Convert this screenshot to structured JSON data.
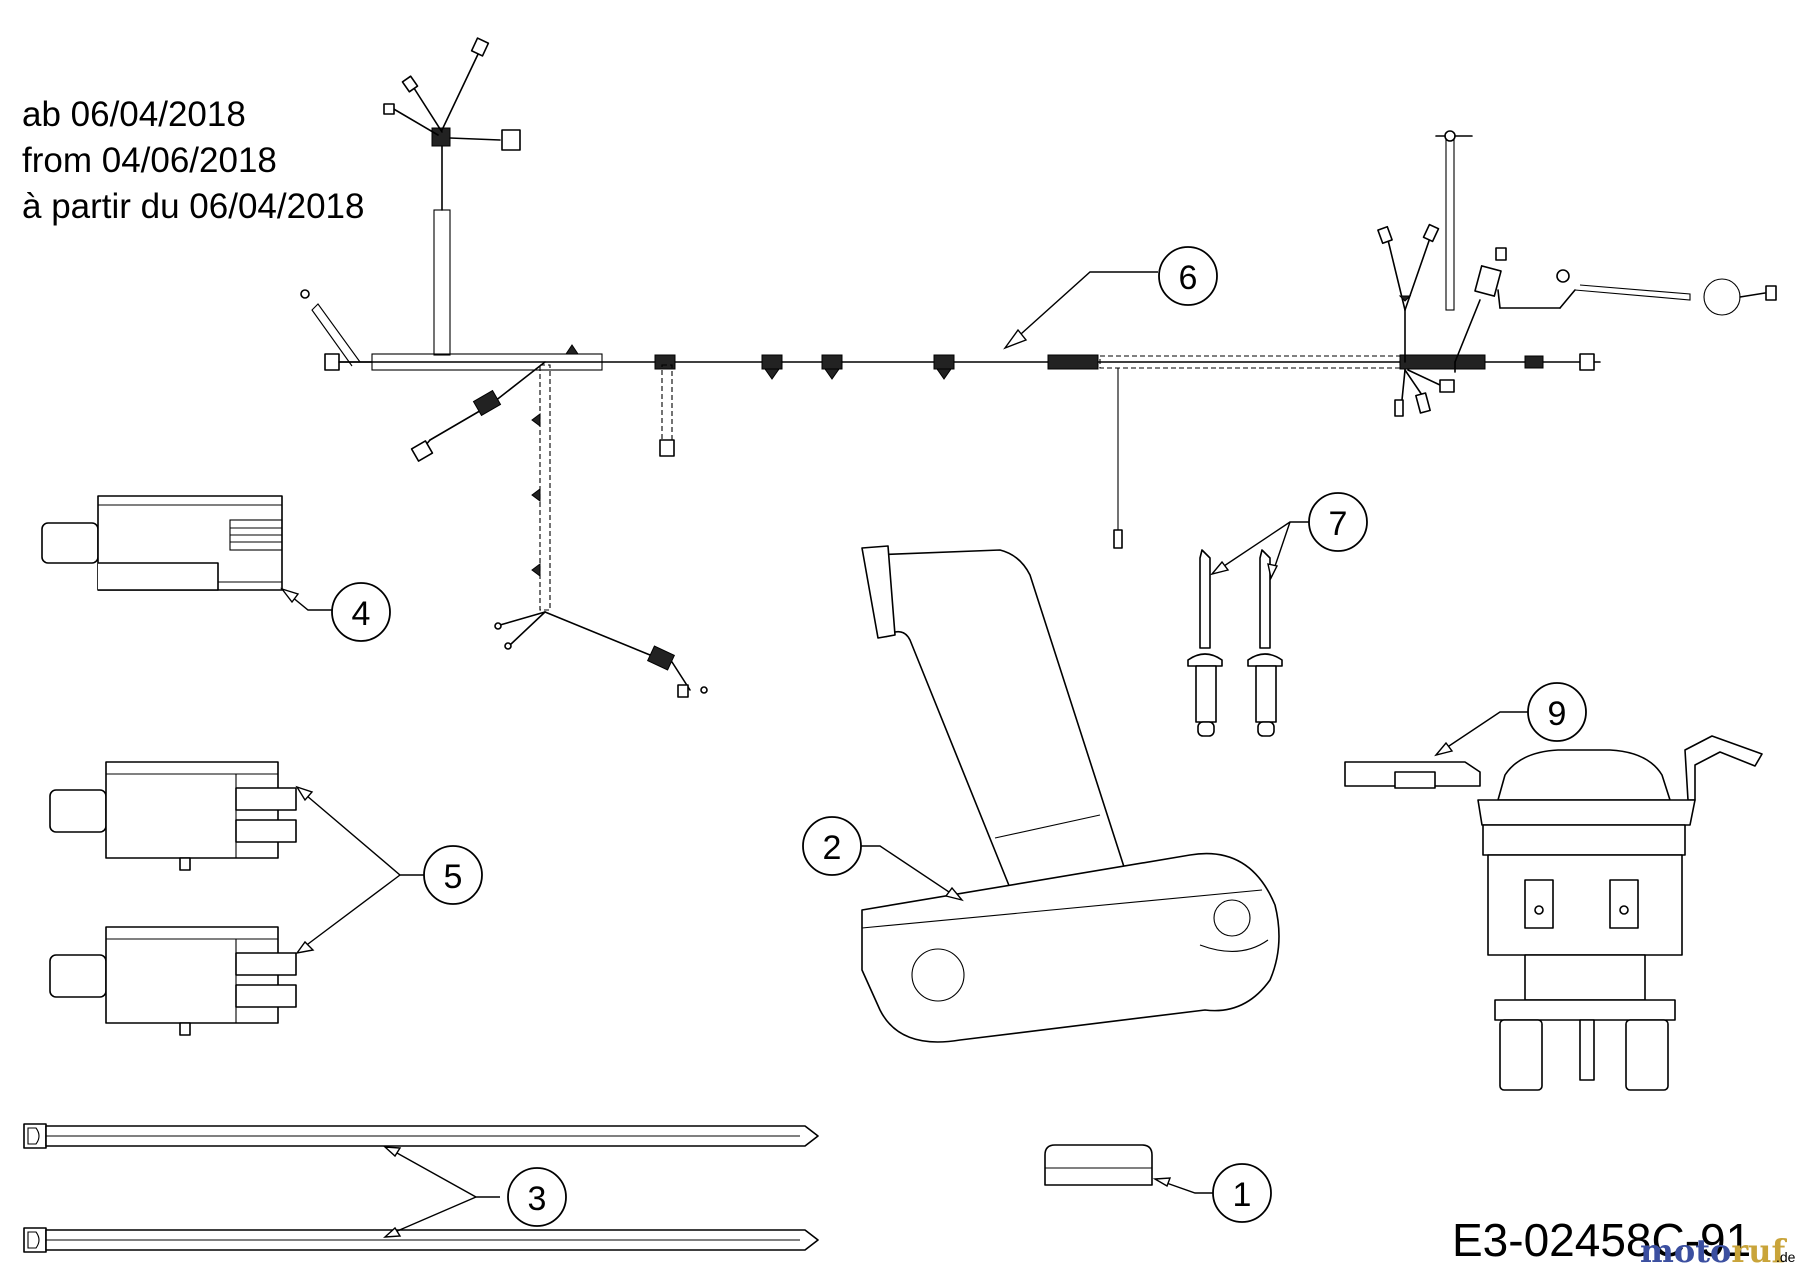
{
  "date_note": {
    "line_de": "ab 06/04/2018",
    "line_en": "from 04/06/2018",
    "line_fr": "à partir du 06/04/2018"
  },
  "drawing_code": "E3-02458C-91",
  "watermark": {
    "name": "motoruf",
    "tld": ".de",
    "colors": {
      "moto": "#3b4fa0",
      "ruf": "#c9a43a"
    }
  },
  "callouts": [
    {
      "id": "1",
      "label": "1"
    },
    {
      "id": "2",
      "label": "2"
    },
    {
      "id": "3",
      "label": "3"
    },
    {
      "id": "4",
      "label": "4"
    },
    {
      "id": "5",
      "label": "5"
    },
    {
      "id": "6",
      "label": "6"
    },
    {
      "id": "7",
      "label": "7"
    },
    {
      "id": "9",
      "label": "9"
    }
  ]
}
